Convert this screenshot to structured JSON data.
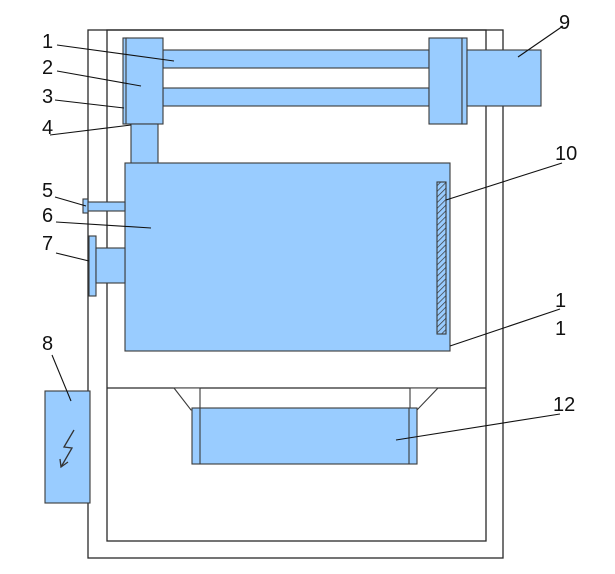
{
  "diagram": {
    "part_color": "#99ccff",
    "line_color": "#2a2a2a",
    "icons": [
      "lightning-bolt-icon"
    ],
    "labels": {
      "l1": "1",
      "l2": "2",
      "l3": "3",
      "l4": "4",
      "l5": "5",
      "l6": "6",
      "l7": "7",
      "l8": "8",
      "l9": "9",
      "l10": "10",
      "l11a": "1",
      "l11b": "1",
      "l12": "12"
    }
  }
}
